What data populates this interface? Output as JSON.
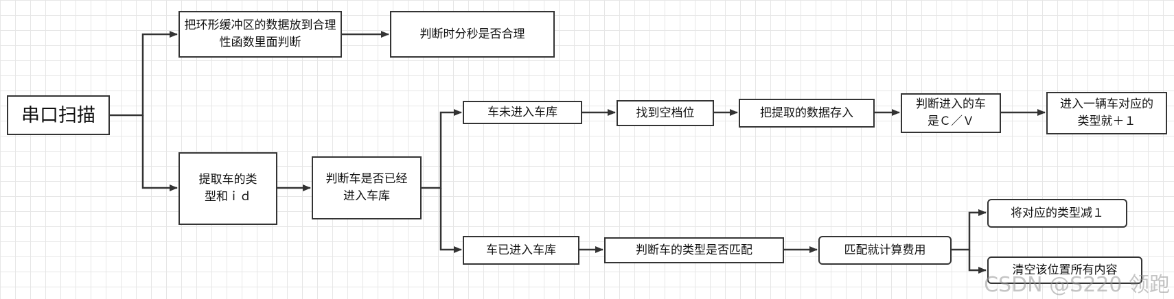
{
  "nodes": {
    "serial_scan": "串口扫描",
    "buffer_to_check": "把环形缓冲区的数据放到合理性函数里面判断",
    "check_time": "判断时分秒是否合理",
    "extract_type_id": "提取车的类型和ｉｄ",
    "check_entered": "判断车是否已经进入车库",
    "not_entered": "车未进入车库",
    "find_slot": "找到空档位",
    "store_data": "把提取的数据存入",
    "check_c_v": "判断进入的车是Ｃ／Ｖ",
    "count_plus": "进入一辆车对应的类型就＋１",
    "entered": "车已进入车库",
    "match_type": "判断车的类型是否匹配",
    "calc_fee": "匹配就计算费用",
    "count_minus": "将对应的类型减１",
    "clear_slot": "清空该位置所有内容"
  },
  "watermark": "CSDN @S220 领跑",
  "colors": {
    "stroke": "#333333",
    "grid": "#e6e6e6"
  }
}
